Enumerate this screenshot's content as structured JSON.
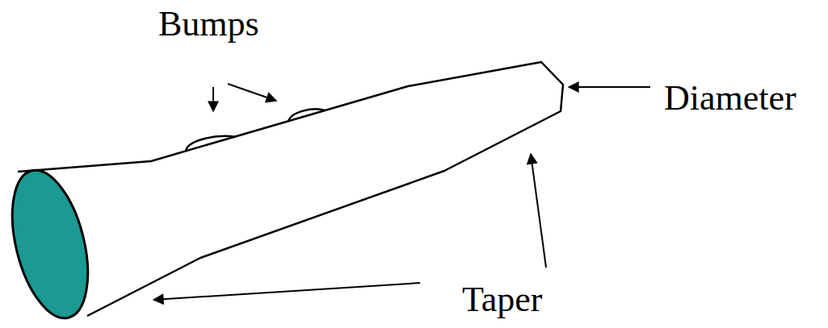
{
  "diagram": {
    "labels": [
      "Bumps",
      "Diameter",
      "Taper"
    ]
  }
}
